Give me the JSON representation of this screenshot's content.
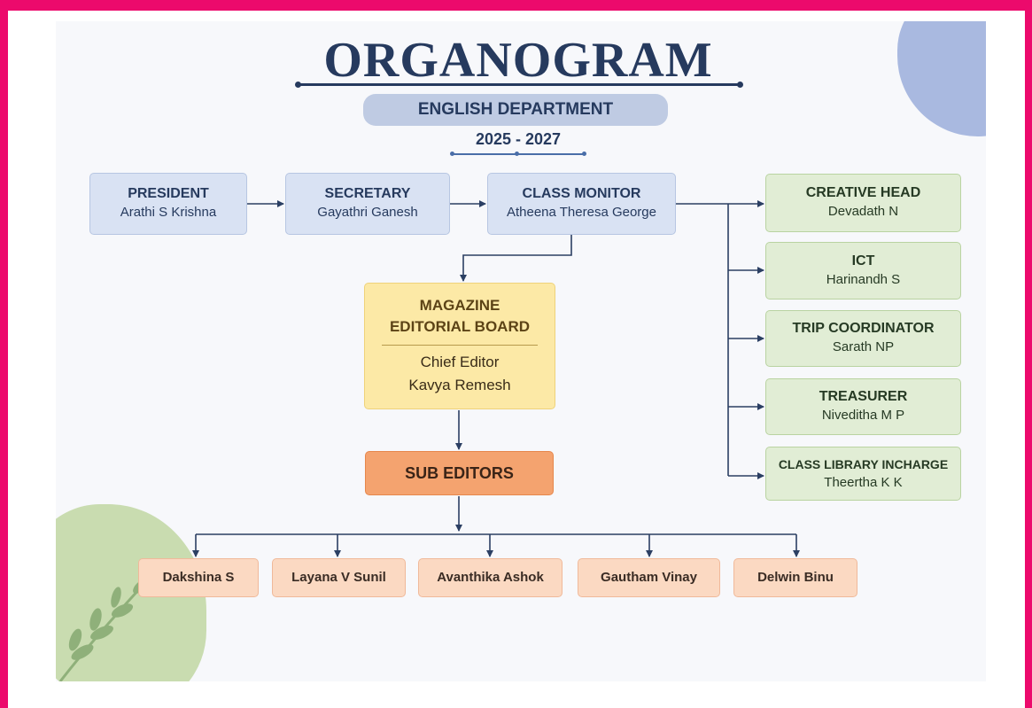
{
  "header": {
    "title": "ORGANOGRAM",
    "department": "ENGLISH DEPARTMENT",
    "years": "2025 - 2027"
  },
  "officers": [
    {
      "role": "PRESIDENT",
      "name": "Arathi S Krishna"
    },
    {
      "role": "SECRETARY",
      "name": "Gayathri Ganesh"
    },
    {
      "role": "CLASS MONITOR",
      "name": "Atheena Theresa George"
    }
  ],
  "side_roles": [
    {
      "role": "CREATIVE HEAD",
      "name": "Devadath N"
    },
    {
      "role": "ICT",
      "name": "Harinandh S"
    },
    {
      "role": "TRIP COORDINATOR",
      "name": "Sarath NP"
    },
    {
      "role": "TREASURER",
      "name": "Niveditha M P"
    },
    {
      "role": "CLASS LIBRARY INCHARGE",
      "name": "Theertha K K"
    }
  ],
  "magazine": {
    "title_line1": "MAGAZINE",
    "title_line2": "EDITORIAL BOARD",
    "role": "Chief Editor",
    "name": "Kavya Remesh"
  },
  "sub_editors": {
    "label": "SUB EDITORS",
    "members": [
      "Dakshina S",
      "Layana V Sunil",
      "Avanthika Ashok",
      "Gautham Vinay",
      "Delwin Binu"
    ]
  },
  "colors": {
    "frame": "#ec0a6c",
    "navy": "#263a5e",
    "officer_box": "#d9e2f3",
    "side_box": "#e1edd5",
    "magazine_box": "#fce9a6",
    "sub_editors_box": "#f4a36f",
    "member_box": "#fbd9c2"
  },
  "icons": {
    "decor_leaf": "leaf-sprig-icon"
  }
}
